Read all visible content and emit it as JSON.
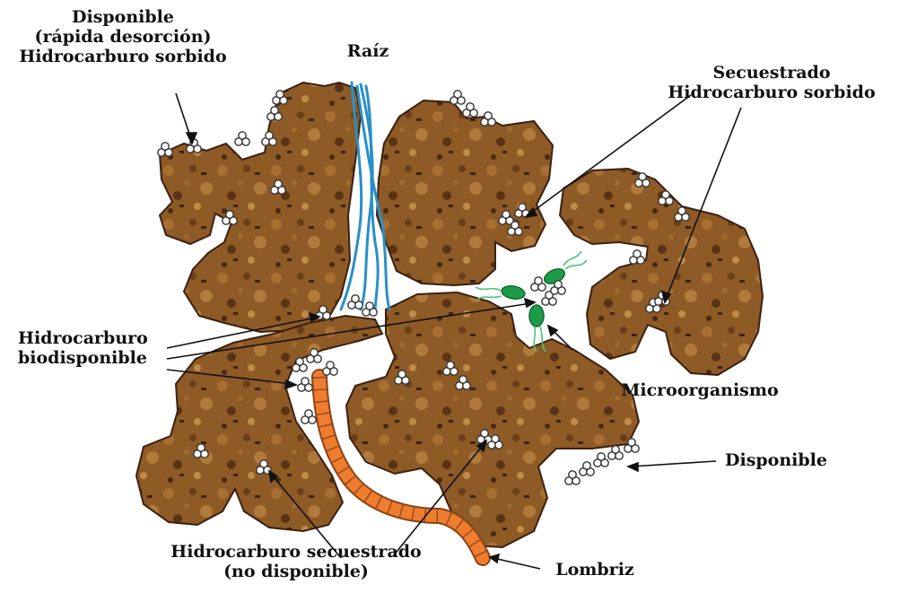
{
  "labels": {
    "disponible_rapida": [
      "Disponible",
      "(rápida desorción)",
      "Hidrocarburo sorbido"
    ],
    "raiz": "Raíz",
    "secuestrado_sorbido": [
      "Secuestrado",
      "Hidrocarburo sorbido"
    ],
    "biodisponible": [
      "Hidrocarburo",
      "biodisponible"
    ],
    "microorganismo": "Microorganismo",
    "disponible": "Disponible",
    "secuestrado_no_disponible": [
      "Hidrocarburo secuestrado",
      "(no disponible)"
    ],
    "lombriz": "Lombriz"
  },
  "colors": {
    "soil": "#8e5a26",
    "soil_edge": "#3a2010",
    "root": "#2a8fc7",
    "microorganism": "#1f9a48",
    "earthworm": "#ee7d2f",
    "hydrocarbon": "#ffffff",
    "text": "#111111"
  },
  "icons": [
    "hydrocarbon-molecule-icon",
    "microorganism-icon",
    "earthworm-icon",
    "root-icon",
    "soil-aggregate-icon"
  ]
}
